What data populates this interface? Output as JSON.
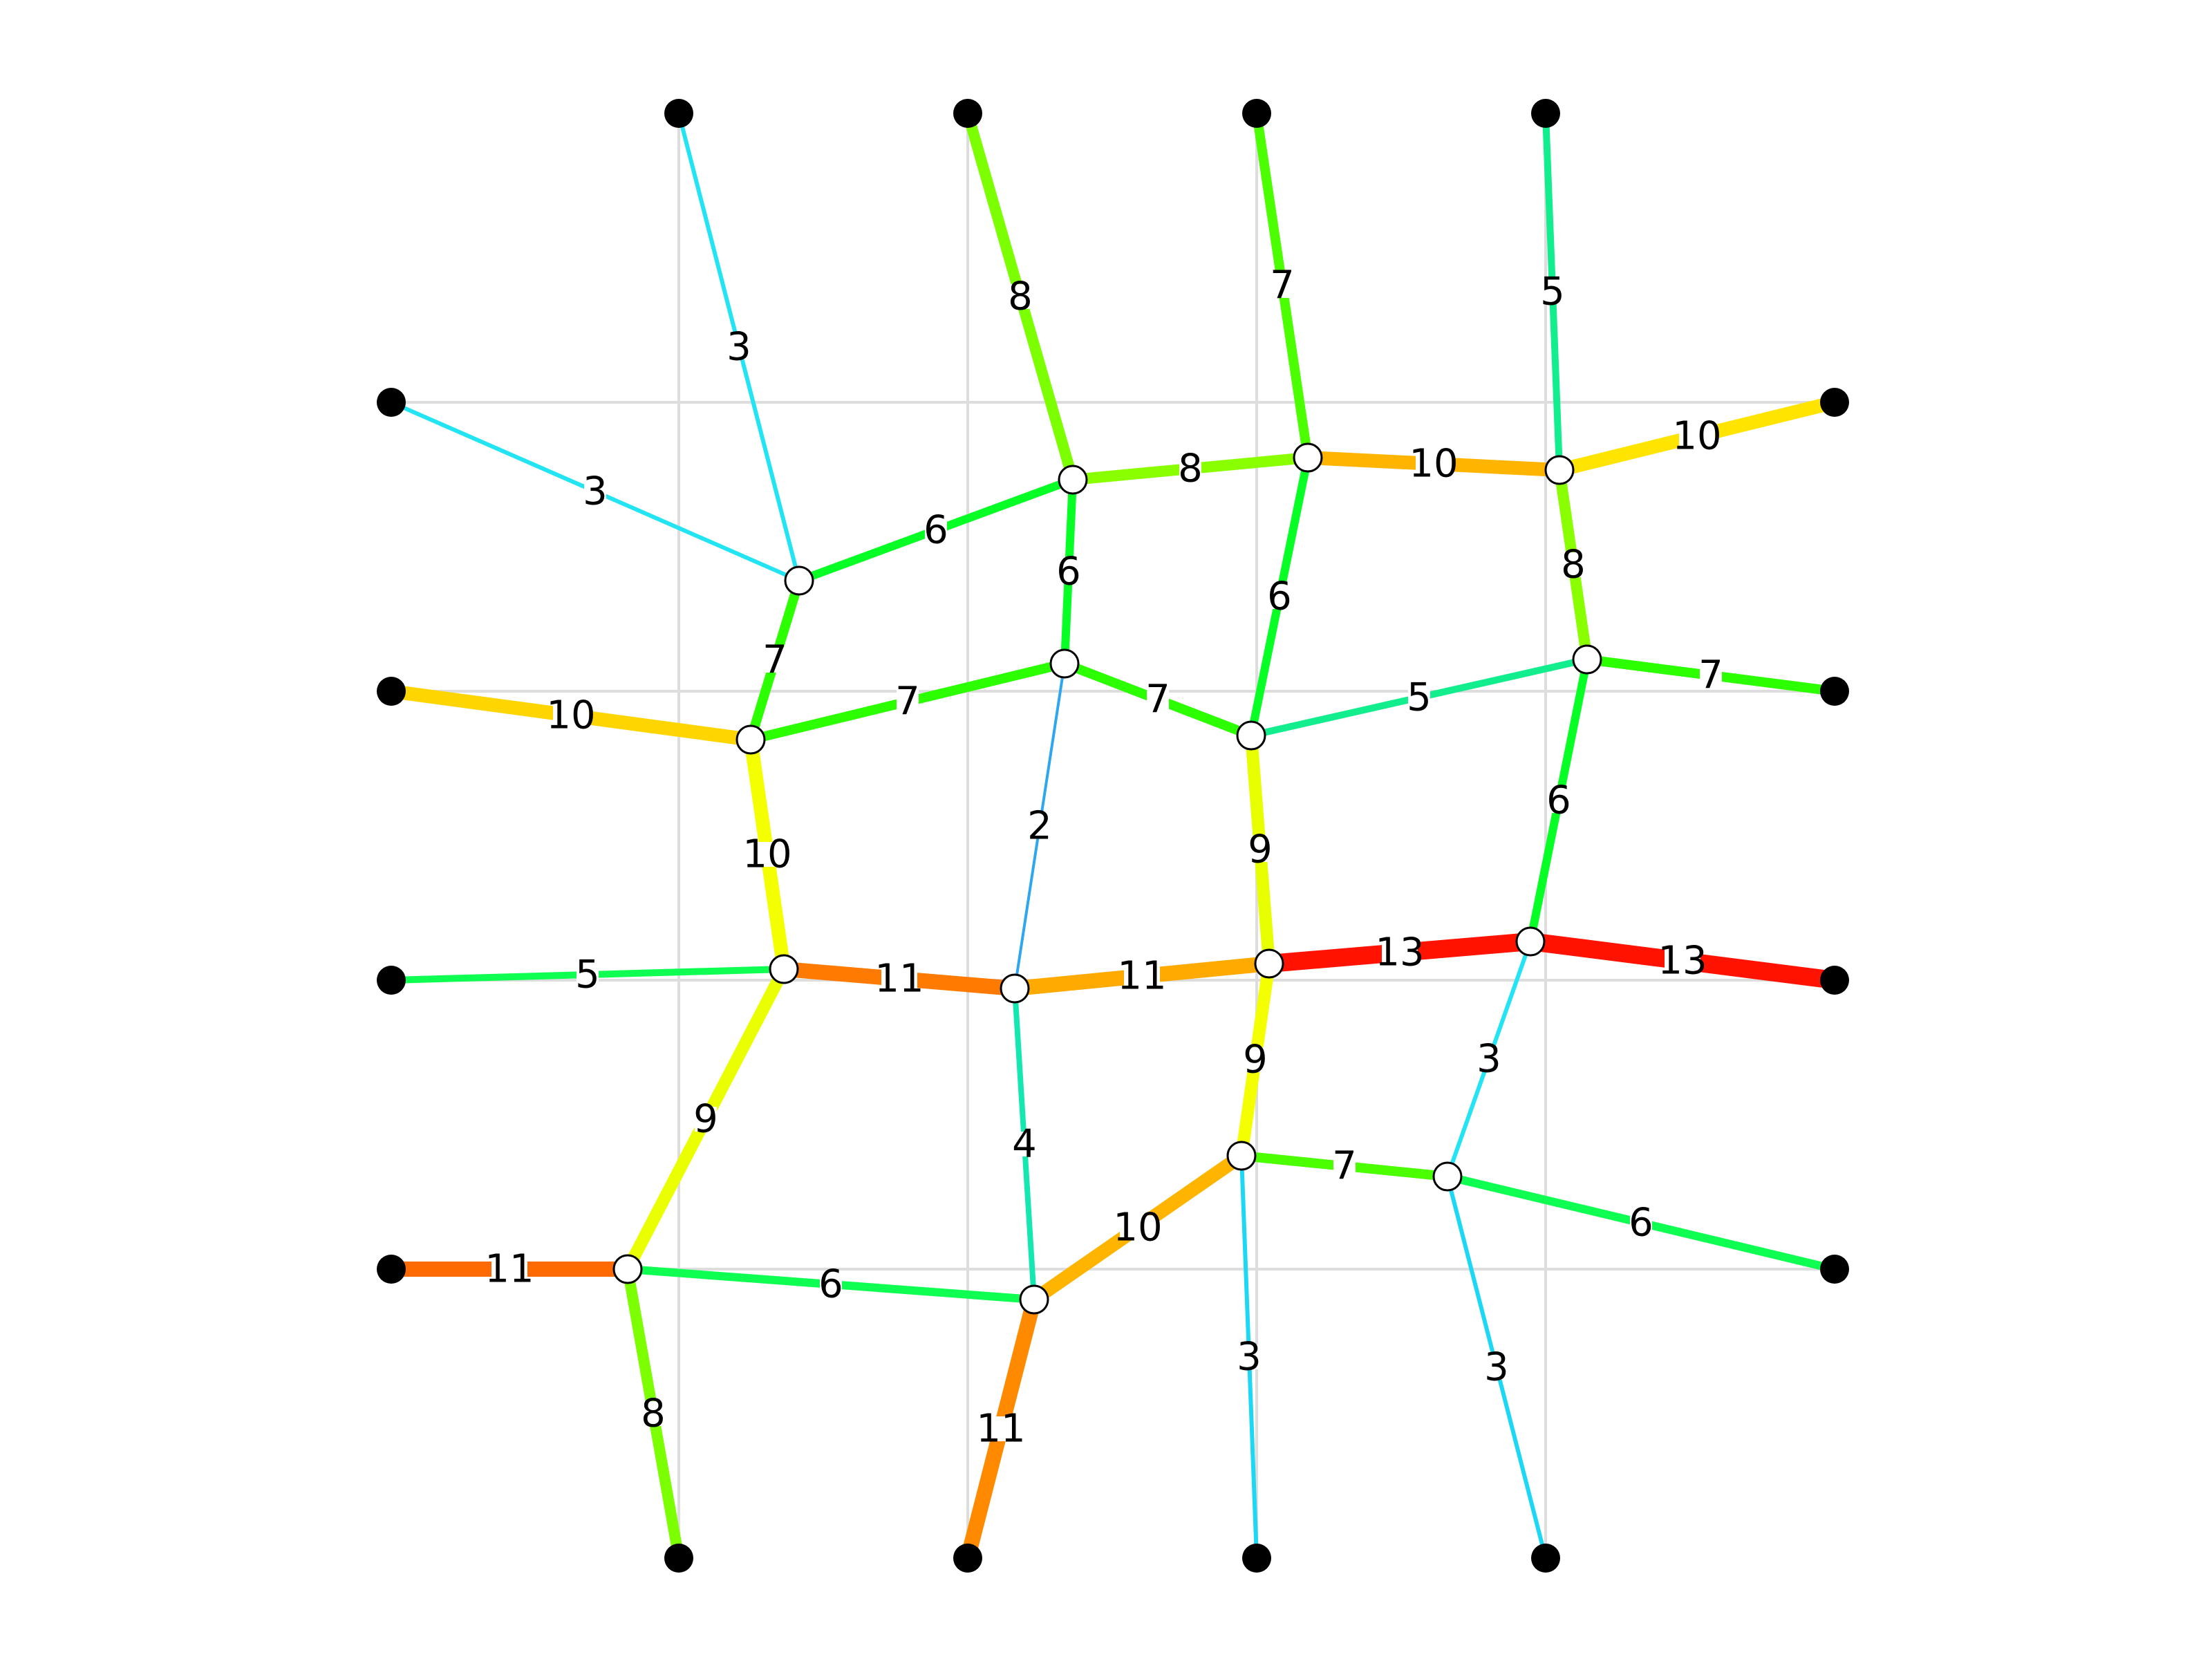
{
  "diagram": {
    "type": "network-graph",
    "grid": {
      "cols": [
        1,
        2,
        3,
        4
      ],
      "rows": [
        1,
        2,
        3,
        4
      ]
    },
    "boundary_nodes": [
      {
        "id": "T1"
      },
      {
        "id": "T2"
      },
      {
        "id": "T3"
      },
      {
        "id": "T4"
      },
      {
        "id": "L1"
      },
      {
        "id": "L2"
      },
      {
        "id": "L3"
      },
      {
        "id": "L4"
      },
      {
        "id": "R1"
      },
      {
        "id": "R2"
      },
      {
        "id": "R3"
      },
      {
        "id": "R4"
      },
      {
        "id": "B1"
      },
      {
        "id": "B2"
      },
      {
        "id": "B3"
      },
      {
        "id": "B4"
      }
    ],
    "inner_nodes": [
      {
        "id": "n11"
      },
      {
        "id": "n12"
      },
      {
        "id": "n13"
      },
      {
        "id": "n14"
      },
      {
        "id": "n21"
      },
      {
        "id": "n22"
      },
      {
        "id": "n23"
      },
      {
        "id": "n24"
      },
      {
        "id": "n31"
      },
      {
        "id": "n32"
      },
      {
        "id": "n33"
      },
      {
        "id": "n34"
      },
      {
        "id": "n41"
      },
      {
        "id": "n42"
      },
      {
        "id": "n43"
      },
      {
        "id": "n44"
      }
    ],
    "edges": [
      {
        "from": "T1",
        "to": "n11",
        "label": "3",
        "color": "#22e4f3"
      },
      {
        "from": "T2",
        "to": "n12",
        "label": "8",
        "color": "#7cff00"
      },
      {
        "from": "T3",
        "to": "n13",
        "label": "7",
        "color": "#4bff00"
      },
      {
        "from": "T4",
        "to": "n14",
        "label": "5",
        "color": "#12ee8e"
      },
      {
        "from": "L1",
        "to": "n11",
        "label": "3",
        "color": "#22e4f3"
      },
      {
        "from": "n11",
        "to": "n12",
        "label": "6",
        "color": "#07ff26"
      },
      {
        "from": "n12",
        "to": "n13",
        "label": "8",
        "color": "#8aff00"
      },
      {
        "from": "n13",
        "to": "n14",
        "label": "10",
        "color": "#ffb400"
      },
      {
        "from": "n14",
        "to": "R1",
        "label": "10",
        "color": "#ffe400"
      },
      {
        "from": "n11",
        "to": "n21",
        "label": "7",
        "color": "#2cff00"
      },
      {
        "from": "n12",
        "to": "n22",
        "label": "6",
        "color": "#07ff26"
      },
      {
        "from": "n13",
        "to": "n23",
        "label": "6",
        "color": "#07ff26"
      },
      {
        "from": "n14",
        "to": "n24",
        "label": "8",
        "color": "#8aff00"
      },
      {
        "from": "L2",
        "to": "n21",
        "label": "10",
        "color": "#ffd500"
      },
      {
        "from": "n21",
        "to": "n22",
        "label": "7",
        "color": "#2cff00"
      },
      {
        "from": "n22",
        "to": "n23",
        "label": "7",
        "color": "#2cff00"
      },
      {
        "from": "n23",
        "to": "n24",
        "label": "5",
        "color": "#12ee8e"
      },
      {
        "from": "n24",
        "to": "R2",
        "label": "7",
        "color": "#2cff00"
      },
      {
        "from": "n21",
        "to": "n31",
        "label": "10",
        "color": "#f4ff00"
      },
      {
        "from": "n22",
        "to": "n32",
        "label": "2",
        "color": "#2ea6f0"
      },
      {
        "from": "n23",
        "to": "n33",
        "label": "9",
        "color": "#e8ff00"
      },
      {
        "from": "n24",
        "to": "n34",
        "label": "6",
        "color": "#07ff26"
      },
      {
        "from": "L3",
        "to": "n31",
        "label": "5",
        "color": "#0eff52"
      },
      {
        "from": "n31",
        "to": "n32",
        "label": "11",
        "color": "#ff7a00"
      },
      {
        "from": "n32",
        "to": "n33",
        "label": "11",
        "color": "#ffaa00"
      },
      {
        "from": "n33",
        "to": "n34",
        "label": "13",
        "color": "#ff1200"
      },
      {
        "from": "n34",
        "to": "R3",
        "label": "13",
        "color": "#ff1200"
      },
      {
        "from": "n31",
        "to": "n41",
        "label": "9",
        "color": "#eaff00"
      },
      {
        "from": "n32",
        "to": "n42",
        "label": "4",
        "color": "#14e8b0"
      },
      {
        "from": "n33",
        "to": "n43",
        "label": "9",
        "color": "#f4ff00"
      },
      {
        "from": "n34",
        "to": "n44",
        "label": "3",
        "color": "#22e4f3"
      },
      {
        "from": "L4",
        "to": "n41",
        "label": "11",
        "color": "#ff6a00"
      },
      {
        "from": "n41",
        "to": "n42",
        "label": "6",
        "color": "#0eff52"
      },
      {
        "from": "n42",
        "to": "n43",
        "label": "10",
        "color": "#ffb400"
      },
      {
        "from": "n43",
        "to": "n44",
        "label": "7",
        "color": "#4bff00"
      },
      {
        "from": "n44",
        "to": "R4",
        "label": "6",
        "color": "#0eff52"
      },
      {
        "from": "n41",
        "to": "B1",
        "label": "8",
        "color": "#7cff00"
      },
      {
        "from": "n42",
        "to": "B2",
        "label": "11",
        "color": "#ff8a00"
      },
      {
        "from": "n43",
        "to": "B3",
        "label": "3",
        "color": "#1dd8f4"
      },
      {
        "from": "n44",
        "to": "B4",
        "label": "3",
        "color": "#1dd8f4"
      }
    ]
  }
}
